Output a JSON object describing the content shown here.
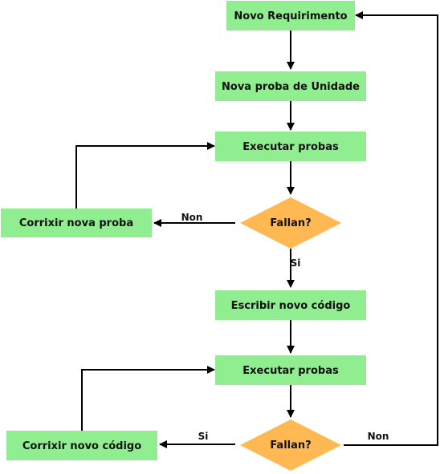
{
  "colors": {
    "process": "#90ee90",
    "decision": "#ffb852",
    "line": "#000000",
    "background": "#ffffff"
  },
  "nodes": {
    "novo_requirimento": "Novo Requirimento",
    "nova_proba_unidade": "Nova proba de Unidade",
    "executar_probas_1": "Executar probas",
    "fallan_1": "Fallan?",
    "corrixir_nova_proba": "Corrixir nova proba",
    "escribir_novo_codigo": "Escribir novo código",
    "executar_probas_2": "Executar probas",
    "fallan_2": "Fallan?",
    "corrixir_novo_codigo": "Corrixir novo código"
  },
  "edges": {
    "fallan_1_non": "Non",
    "fallan_1_si": "Si",
    "fallan_2_si": "Si",
    "fallan_2_non": "Non"
  }
}
